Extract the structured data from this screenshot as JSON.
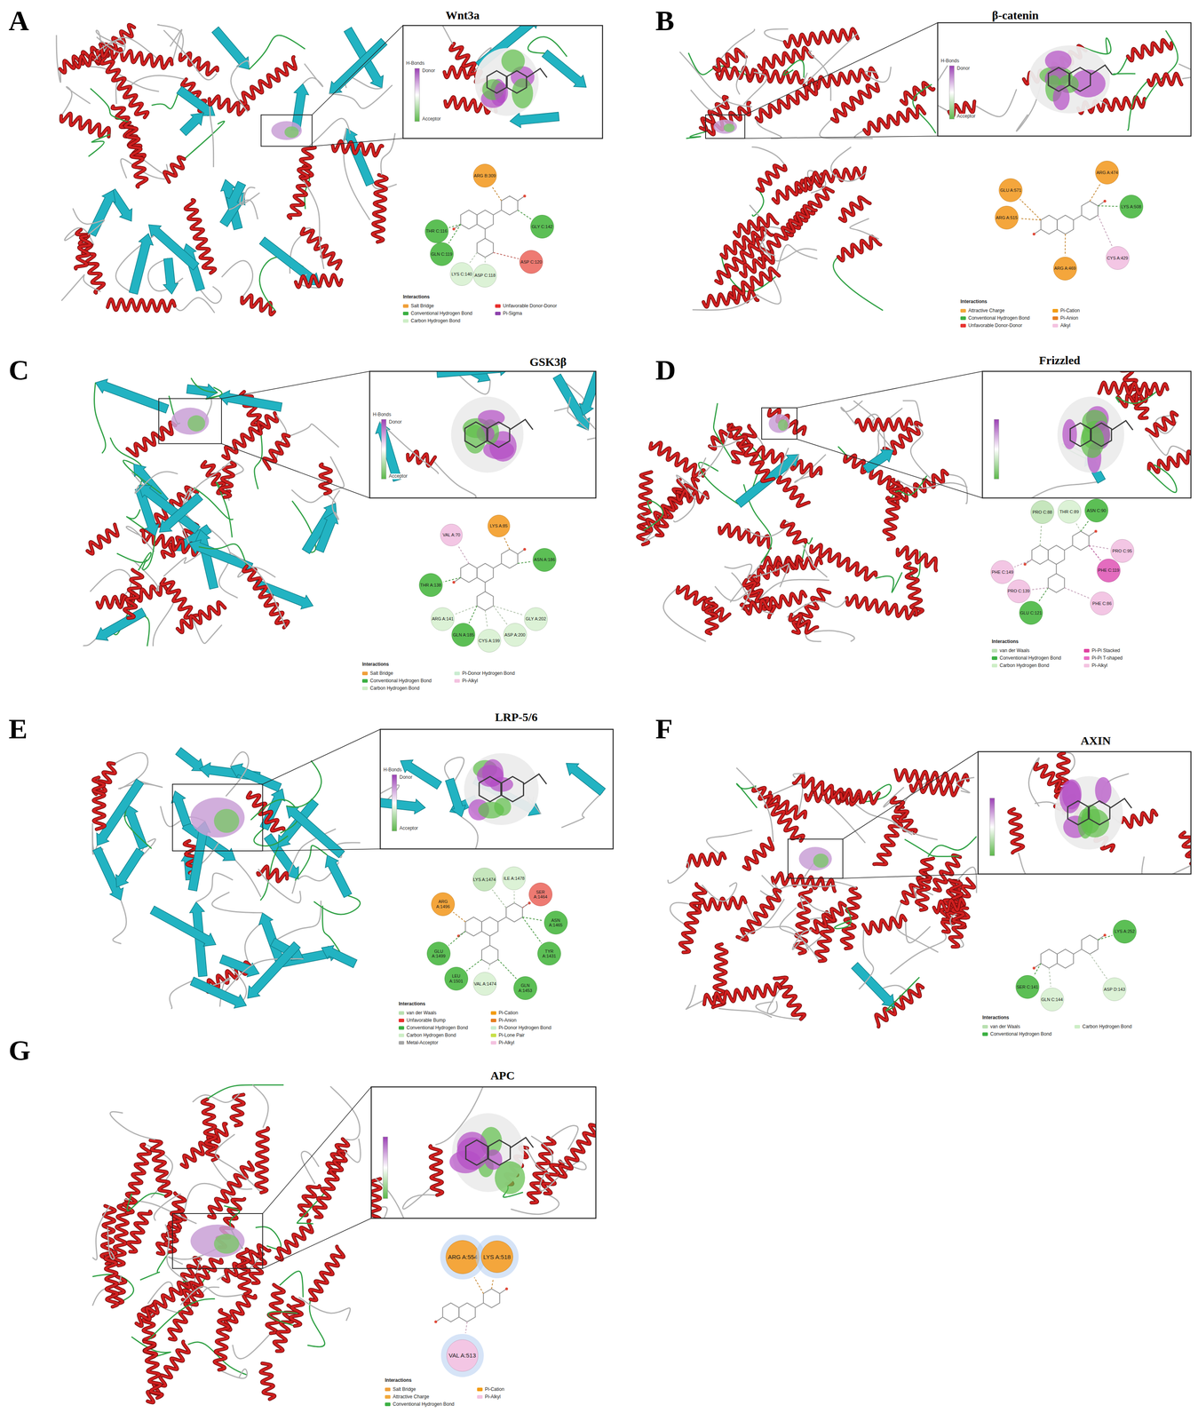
{
  "diagram": {
    "nodes": [
      {
        "text": [
          "ARG B:309"
        ]
      },
      {
        "text": [
          "GLY C:142"
        ]
      },
      {
        "text": [
          "ASP C:120"
        ]
      },
      {
        "text": [
          "ASP C:118"
        ]
      },
      {
        "text": [
          "LYS C:140"
        ]
      },
      {
        "text": [
          "GLN C:119"
        ]
      },
      {
        "text": [
          "THR C:116"
        ]
      },
      {
        "text": [
          "ARG A:474"
        ]
      },
      {
        "text": [
          "LYS A:508"
        ]
      },
      {
        "text": [
          "CYS A:429"
        ]
      },
      {
        "text": [
          "ARG A:469"
        ]
      },
      {
        "text": [
          "ARG A:515"
        ]
      },
      {
        "text": [
          "GLU A:571"
        ]
      },
      {
        "text": [
          "LYS A:85"
        ]
      },
      {
        "text": [
          "VAL A:70"
        ]
      },
      {
        "text": [
          "ASN A:186"
        ]
      },
      {
        "text": [
          "THR A:138"
        ]
      },
      {
        "text": [
          "ARG A:141"
        ]
      },
      {
        "text": [
          "GLN A:185"
        ]
      },
      {
        "text": [
          "CYS A:199"
        ]
      },
      {
        "text": [
          "ASP A:200"
        ]
      },
      {
        "text": [
          "GLY A:202"
        ]
      },
      {
        "text": [
          "PRO C:88"
        ]
      },
      {
        "text": [
          "THR C:89"
        ]
      },
      {
        "text": [
          "ASN C:90"
        ]
      },
      {
        "text": [
          "PRO C:95"
        ]
      },
      {
        "text": [
          "PHE C:119"
        ]
      },
      {
        "text": [
          "PHE C:86"
        ]
      },
      {
        "text": [
          "GLU C:121"
        ]
      },
      {
        "text": [
          "PRO C:139"
        ]
      },
      {
        "text": [
          "PHE C:149"
        ]
      },
      {
        "text": [
          "ARG A:1496"
        ]
      },
      {
        "text": [
          "LYS A:1474"
        ]
      },
      {
        "text": [
          "ILE A:1478"
        ]
      },
      {
        "text": [
          "SER A:1464"
        ]
      },
      {
        "text": [
          "ASN A:1465"
        ]
      },
      {
        "text": [
          "TYR A:1431"
        ]
      },
      {
        "text": [
          "GLN A:1453"
        ]
      },
      {
        "text": [
          "VAL A:1474"
        ]
      },
      {
        "text": [
          "LEU A:1501"
        ]
      },
      {
        "text": [
          "GLU A:1499"
        ]
      },
      {
        "text": [
          "LYS A:252"
        ]
      },
      {
        "text": [
          "ASP D:143"
        ]
      },
      {
        "text": [
          "GLN C:144"
        ]
      },
      {
        "text": [
          "SER C:141"
        ]
      },
      {
        "text": [
          "ARG A:554"
        ]
      },
      {
        "text": [
          "LYS A:518"
        ]
      },
      {
        "text": [
          "VAL A:513"
        ]
      }
    ],
    "labels": [
      "A",
      "Wnt3a",
      "H-Bonds",
      "Donor",
      "Acceptor",
      "Interactions",
      "B",
      "β-catenin",
      "H-Bonds",
      "Donor",
      "Acceptor",
      "Interactions",
      "C",
      "GSK3β",
      "H-Bonds",
      "Donor",
      "Acceptor",
      "Interactions",
      "D",
      "Frizzled",
      "Interactions",
      "E",
      "LRP-5/6",
      "H-Bonds",
      "Donor",
      "Acceptor",
      "Interactions",
      "F",
      "AXIN",
      "Interactions",
      "G",
      "APC",
      "Interactions"
    ],
    "legend": [
      {
        "text": "Salt Bridge",
        "color": "#f0a03a"
      },
      {
        "text": "Conventional Hydrogen Bond",
        "color": "#3cb043"
      },
      {
        "text": "Carbon Hydrogen Bond",
        "color": "#cdeec6"
      },
      {
        "text": "Unfavorable Donor-Donor",
        "color": "#e8312f"
      },
      {
        "text": "Pi-Sigma",
        "color": "#8e44ad"
      },
      {
        "text": "Attractive Charge",
        "color": "#f2a93b"
      },
      {
        "text": "Conventional Hydrogen Bond",
        "color": "#3cb043"
      },
      {
        "text": "Unfavorable Donor-Donor",
        "color": "#e8312f"
      },
      {
        "text": "Pi-Cation",
        "color": "#f39c12"
      },
      {
        "text": "Pi-Anion",
        "color": "#e67e22"
      },
      {
        "text": "Alkyl",
        "color": "#f4c2e0"
      },
      {
        "text": "Salt Bridge",
        "color": "#f0a03a"
      },
      {
        "text": "Conventional Hydrogen Bond",
        "color": "#3cb043"
      },
      {
        "text": "Carbon Hydrogen Bond",
        "color": "#cdeec6"
      },
      {
        "text": "Pi-Donor Hydrogen Bond",
        "color": "#c9ecd0"
      },
      {
        "text": "Pi-Alkyl",
        "color": "#f4c2e0"
      },
      {
        "text": "van der Waals",
        "color": "#b8e0b0"
      },
      {
        "text": "Conventional Hydrogen Bond",
        "color": "#3cb043"
      },
      {
        "text": "Carbon Hydrogen Bond",
        "color": "#cdeec6"
      },
      {
        "text": "Pi-Pi Stacked",
        "color": "#e040a0"
      },
      {
        "text": "Pi-Pi T-shaped",
        "color": "#e86ac2"
      },
      {
        "text": "Pi-Alkyl",
        "color": "#f4c2e0"
      },
      {
        "text": "van der Waals",
        "color": "#b8e0b0"
      },
      {
        "text": "Unfavorable Bump",
        "color": "#e8312f"
      },
      {
        "text": "Conventional Hydrogen Bond",
        "color": "#3cb043"
      },
      {
        "text": "Carbon Hydrogen Bond",
        "color": "#cdeec6"
      },
      {
        "text": "Metal-Acceptor",
        "color": "#a6a6a6"
      },
      {
        "text": "Pi-Cation",
        "color": "#f39c12"
      },
      {
        "text": "Pi-Anion",
        "color": "#e67e22"
      },
      {
        "text": "Pi-Donor Hydrogen Bond",
        "color": "#c9ecd0"
      },
      {
        "text": "Pi-Lone Pair",
        "color": "#c8e04a"
      },
      {
        "text": "Pi-Alkyl",
        "color": "#f4c2e0"
      },
      {
        "text": "van der Waals",
        "color": "#b8e0b0"
      },
      {
        "text": "Conventional Hydrogen Bond",
        "color": "#3cb043"
      },
      {
        "text": "Carbon Hydrogen Bond",
        "color": "#cdeec6"
      },
      {
        "text": "Salt Bridge",
        "color": "#f0a03a"
      },
      {
        "text": "Attractive Charge",
        "color": "#f2a93b"
      },
      {
        "text": "Conventional Hydrogen Bond",
        "color": "#3cb043"
      },
      {
        "text": "Pi-Cation",
        "color": "#f39c12"
      },
      {
        "text": "Pi-Alkyl",
        "color": "#f4c2e0"
      }
    ]
  }
}
